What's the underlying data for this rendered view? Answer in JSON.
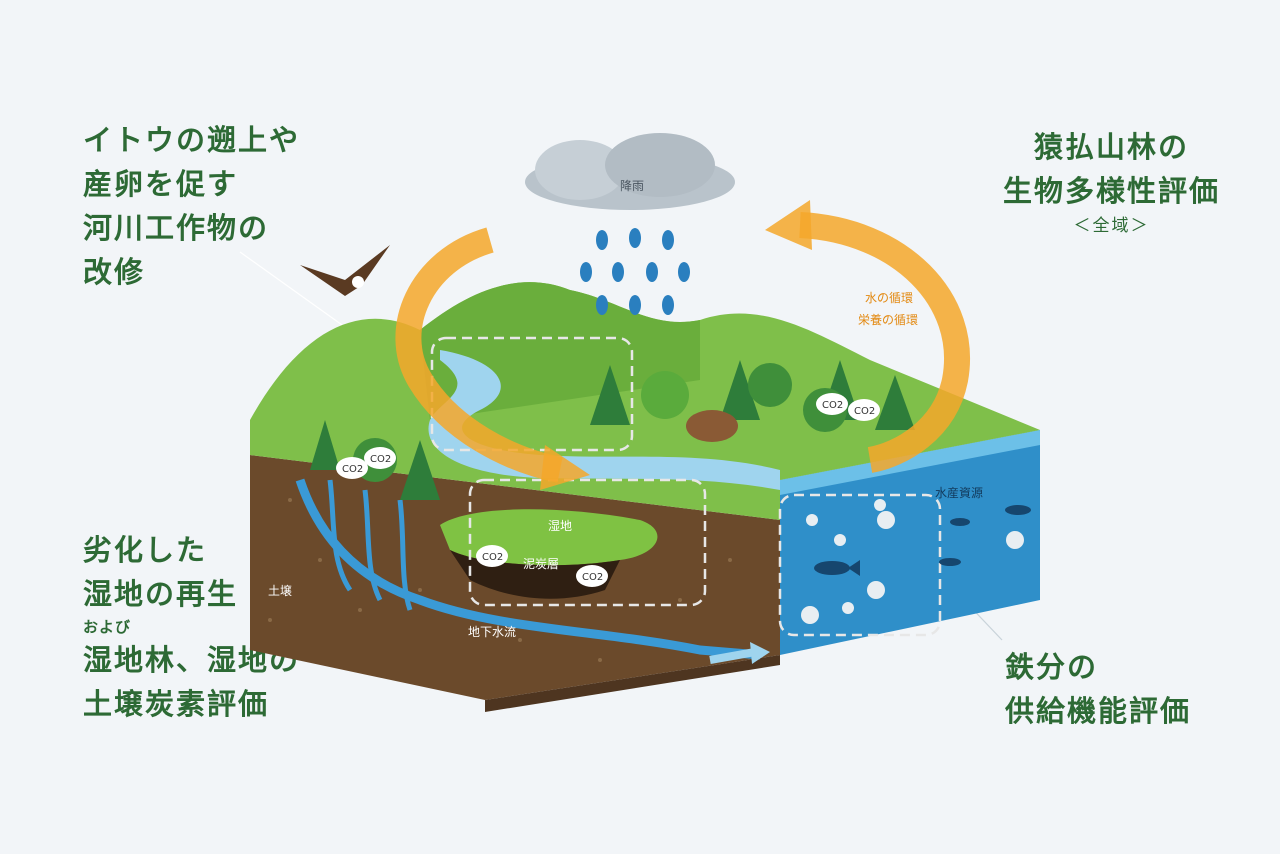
{
  "labels": {
    "top_left": [
      "イトウの遡上や",
      "産卵を促す",
      "河川工作物の",
      "改修"
    ],
    "top_right": [
      "猿払山林の",
      "生物多様性評価"
    ],
    "top_right_sub": "＜全域＞",
    "bottom_left_1": [
      "劣化した",
      "湿地の再生"
    ],
    "bottom_left_small": "および",
    "bottom_left_2": [
      "湿地林、湿地の",
      "土壌炭素評価"
    ],
    "bottom_right": [
      "鉄分の",
      "供給機能評価"
    ]
  },
  "diagram": {
    "rain": "降雨",
    "cycle_1": "水の循環",
    "cycle_2": "栄養の循環",
    "wetland": "湿地",
    "peat": "泥炭層",
    "soil": "土壌",
    "groundwater": "地下水流",
    "fishery": "水産資源",
    "co2": "CO2"
  },
  "colors": {
    "label_green": "#2d6a35",
    "arrow_orange": "#f4a72a",
    "sea_blue": "#2f8fc9",
    "soil_brown": "#6b4a2b"
  }
}
